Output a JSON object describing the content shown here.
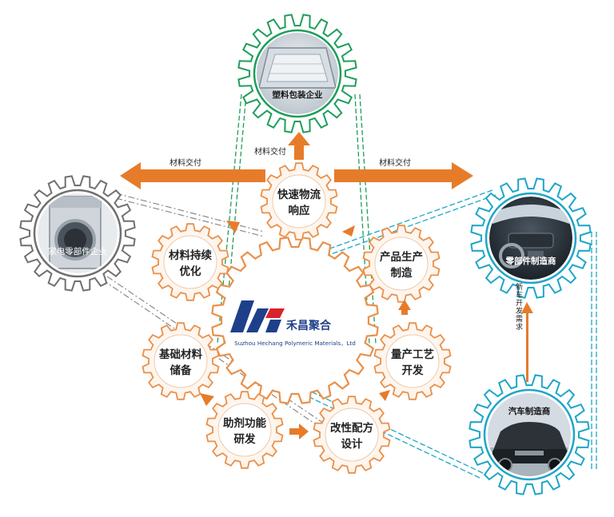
{
  "company": {
    "name_cn": "禾昌聚合",
    "name_en": "Suzhou Hechang Polymeric Materials，Ltd",
    "logo_color": "#1e3f8a",
    "logo_accent": "#d8232a"
  },
  "process_steps": [
    {
      "id": "logistics",
      "lines": [
        "快速物流",
        "响应"
      ]
    },
    {
      "id": "optimize",
      "lines": [
        "材料持续",
        "优化"
      ]
    },
    {
      "id": "production",
      "lines": [
        "产品生产",
        "制造"
      ]
    },
    {
      "id": "reserve",
      "lines": [
        "基础材料",
        "储备"
      ]
    },
    {
      "id": "process",
      "lines": [
        "量产工艺",
        "开发"
      ]
    },
    {
      "id": "additive",
      "lines": [
        "助剂功能",
        "研发"
      ]
    },
    {
      "id": "formula",
      "lines": [
        "改性配方",
        "设计"
      ]
    }
  ],
  "customers": [
    {
      "id": "packaging",
      "label": "塑料包装企业",
      "color": "#1e9e5a",
      "icon": "plastic-tray-icon"
    },
    {
      "id": "appliance",
      "label": "家电零部件企业",
      "color": "#707070",
      "icon": "washing-machine-icon"
    },
    {
      "id": "parts",
      "label": "零部件制造商",
      "color": "#1fa6c8",
      "icon": "car-interior-icon"
    },
    {
      "id": "automaker",
      "label": "汽车制造商",
      "color": "#1fa6c8",
      "icon": "suv-car-icon"
    }
  ],
  "flows": {
    "deliver_top": "材料交付",
    "deliver_left": "材料交付",
    "deliver_right": "材料交付",
    "new_car": "新车开发需求"
  },
  "colors": {
    "orange": "#e67c2a",
    "gear_outline": "#e9904a",
    "green": "#1e9e5a",
    "gray": "#8a8a8a",
    "teal": "#1fa6c8"
  }
}
